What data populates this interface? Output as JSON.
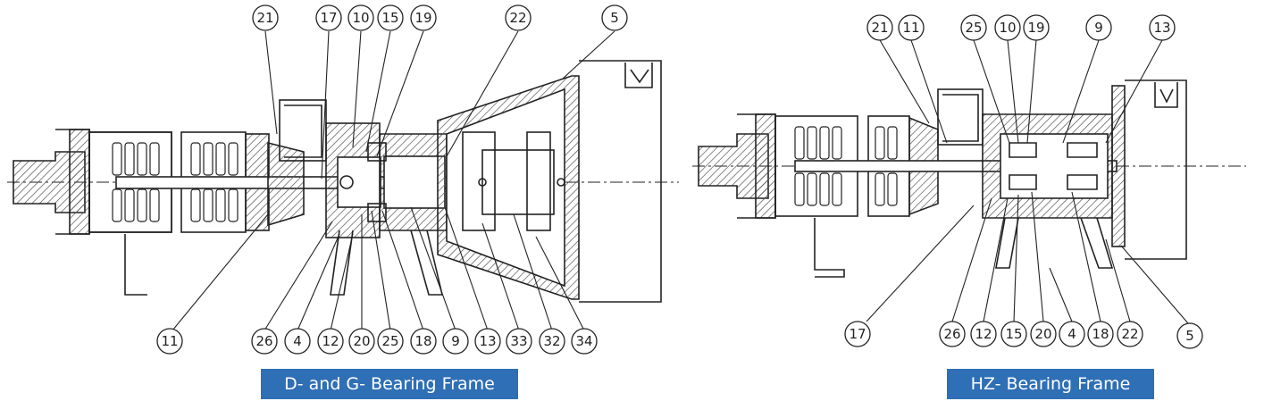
{
  "captions": {
    "left": "D- and G- Bearing Frame",
    "right": "HZ- Bearing Frame"
  },
  "colors": {
    "caption_bg": "#2f6fb5",
    "caption_text": "#ffffff",
    "line": "#222222",
    "hatch": "#555555"
  },
  "left_callouts": [
    "21",
    "17",
    "10",
    "15",
    "19",
    "22",
    "5",
    "11",
    "26",
    "4",
    "12",
    "20",
    "25",
    "18",
    "9",
    "13",
    "33",
    "32",
    "34"
  ],
  "right_callouts": [
    "21",
    "11",
    "25",
    "10",
    "19",
    "9",
    "13",
    "17",
    "26",
    "12",
    "15",
    "20",
    "4",
    "18",
    "22",
    "5"
  ]
}
